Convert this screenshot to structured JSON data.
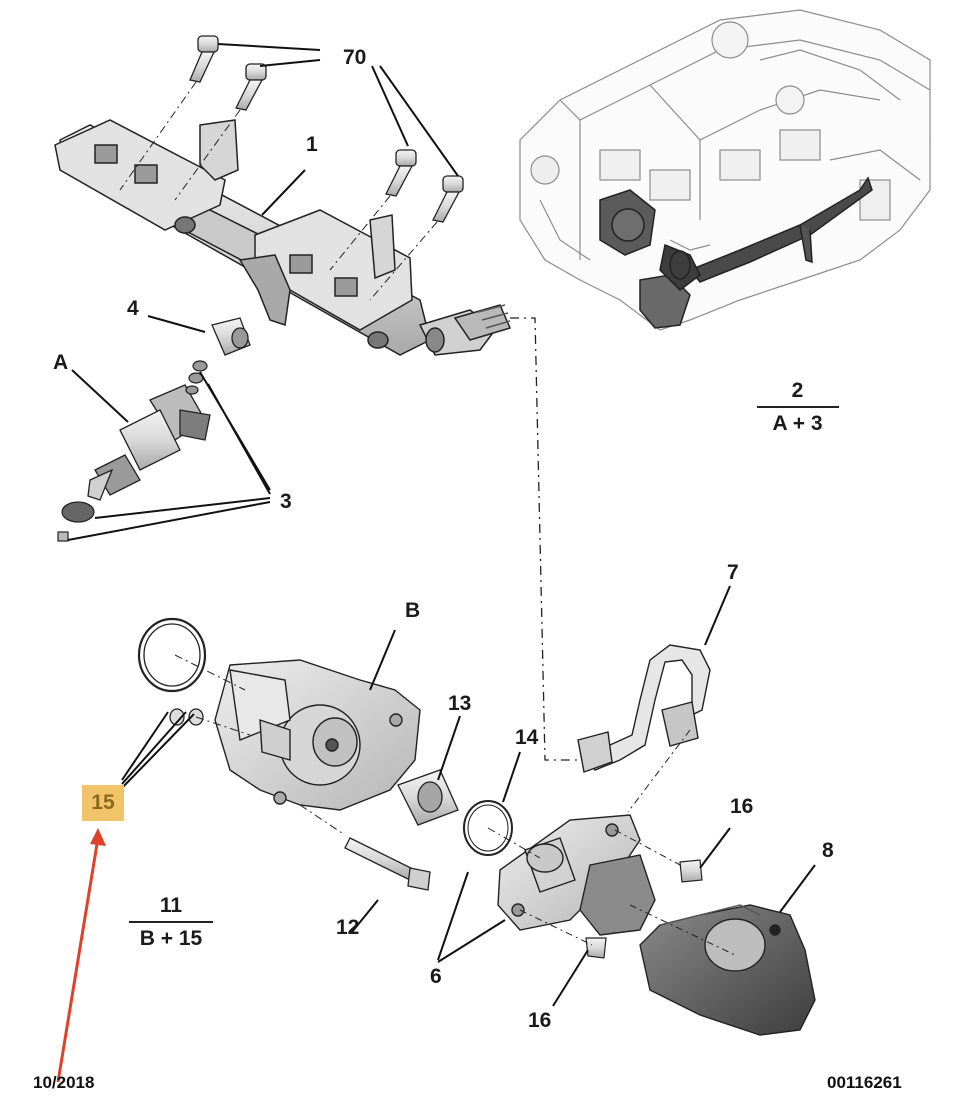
{
  "labels": {
    "l70": "70",
    "l1": "1",
    "l4": "4",
    "lA": "A",
    "l3": "3",
    "lB": "B",
    "l13": "13",
    "l14": "14",
    "l7": "7",
    "l16a": "16",
    "l16b": "16",
    "l8": "8",
    "l12": "12",
    "l6": "6",
    "l15": "15"
  },
  "fractions": {
    "f2": {
      "top": "2",
      "bottom": "A + 3"
    },
    "f11": {
      "top": "11",
      "bottom": "B + 15"
    }
  },
  "footer": {
    "date": "10/2018",
    "reference": "00116261"
  },
  "colors": {
    "highlight": "#f2c46a",
    "arrow": "#e0412a",
    "linework": "#222222"
  }
}
